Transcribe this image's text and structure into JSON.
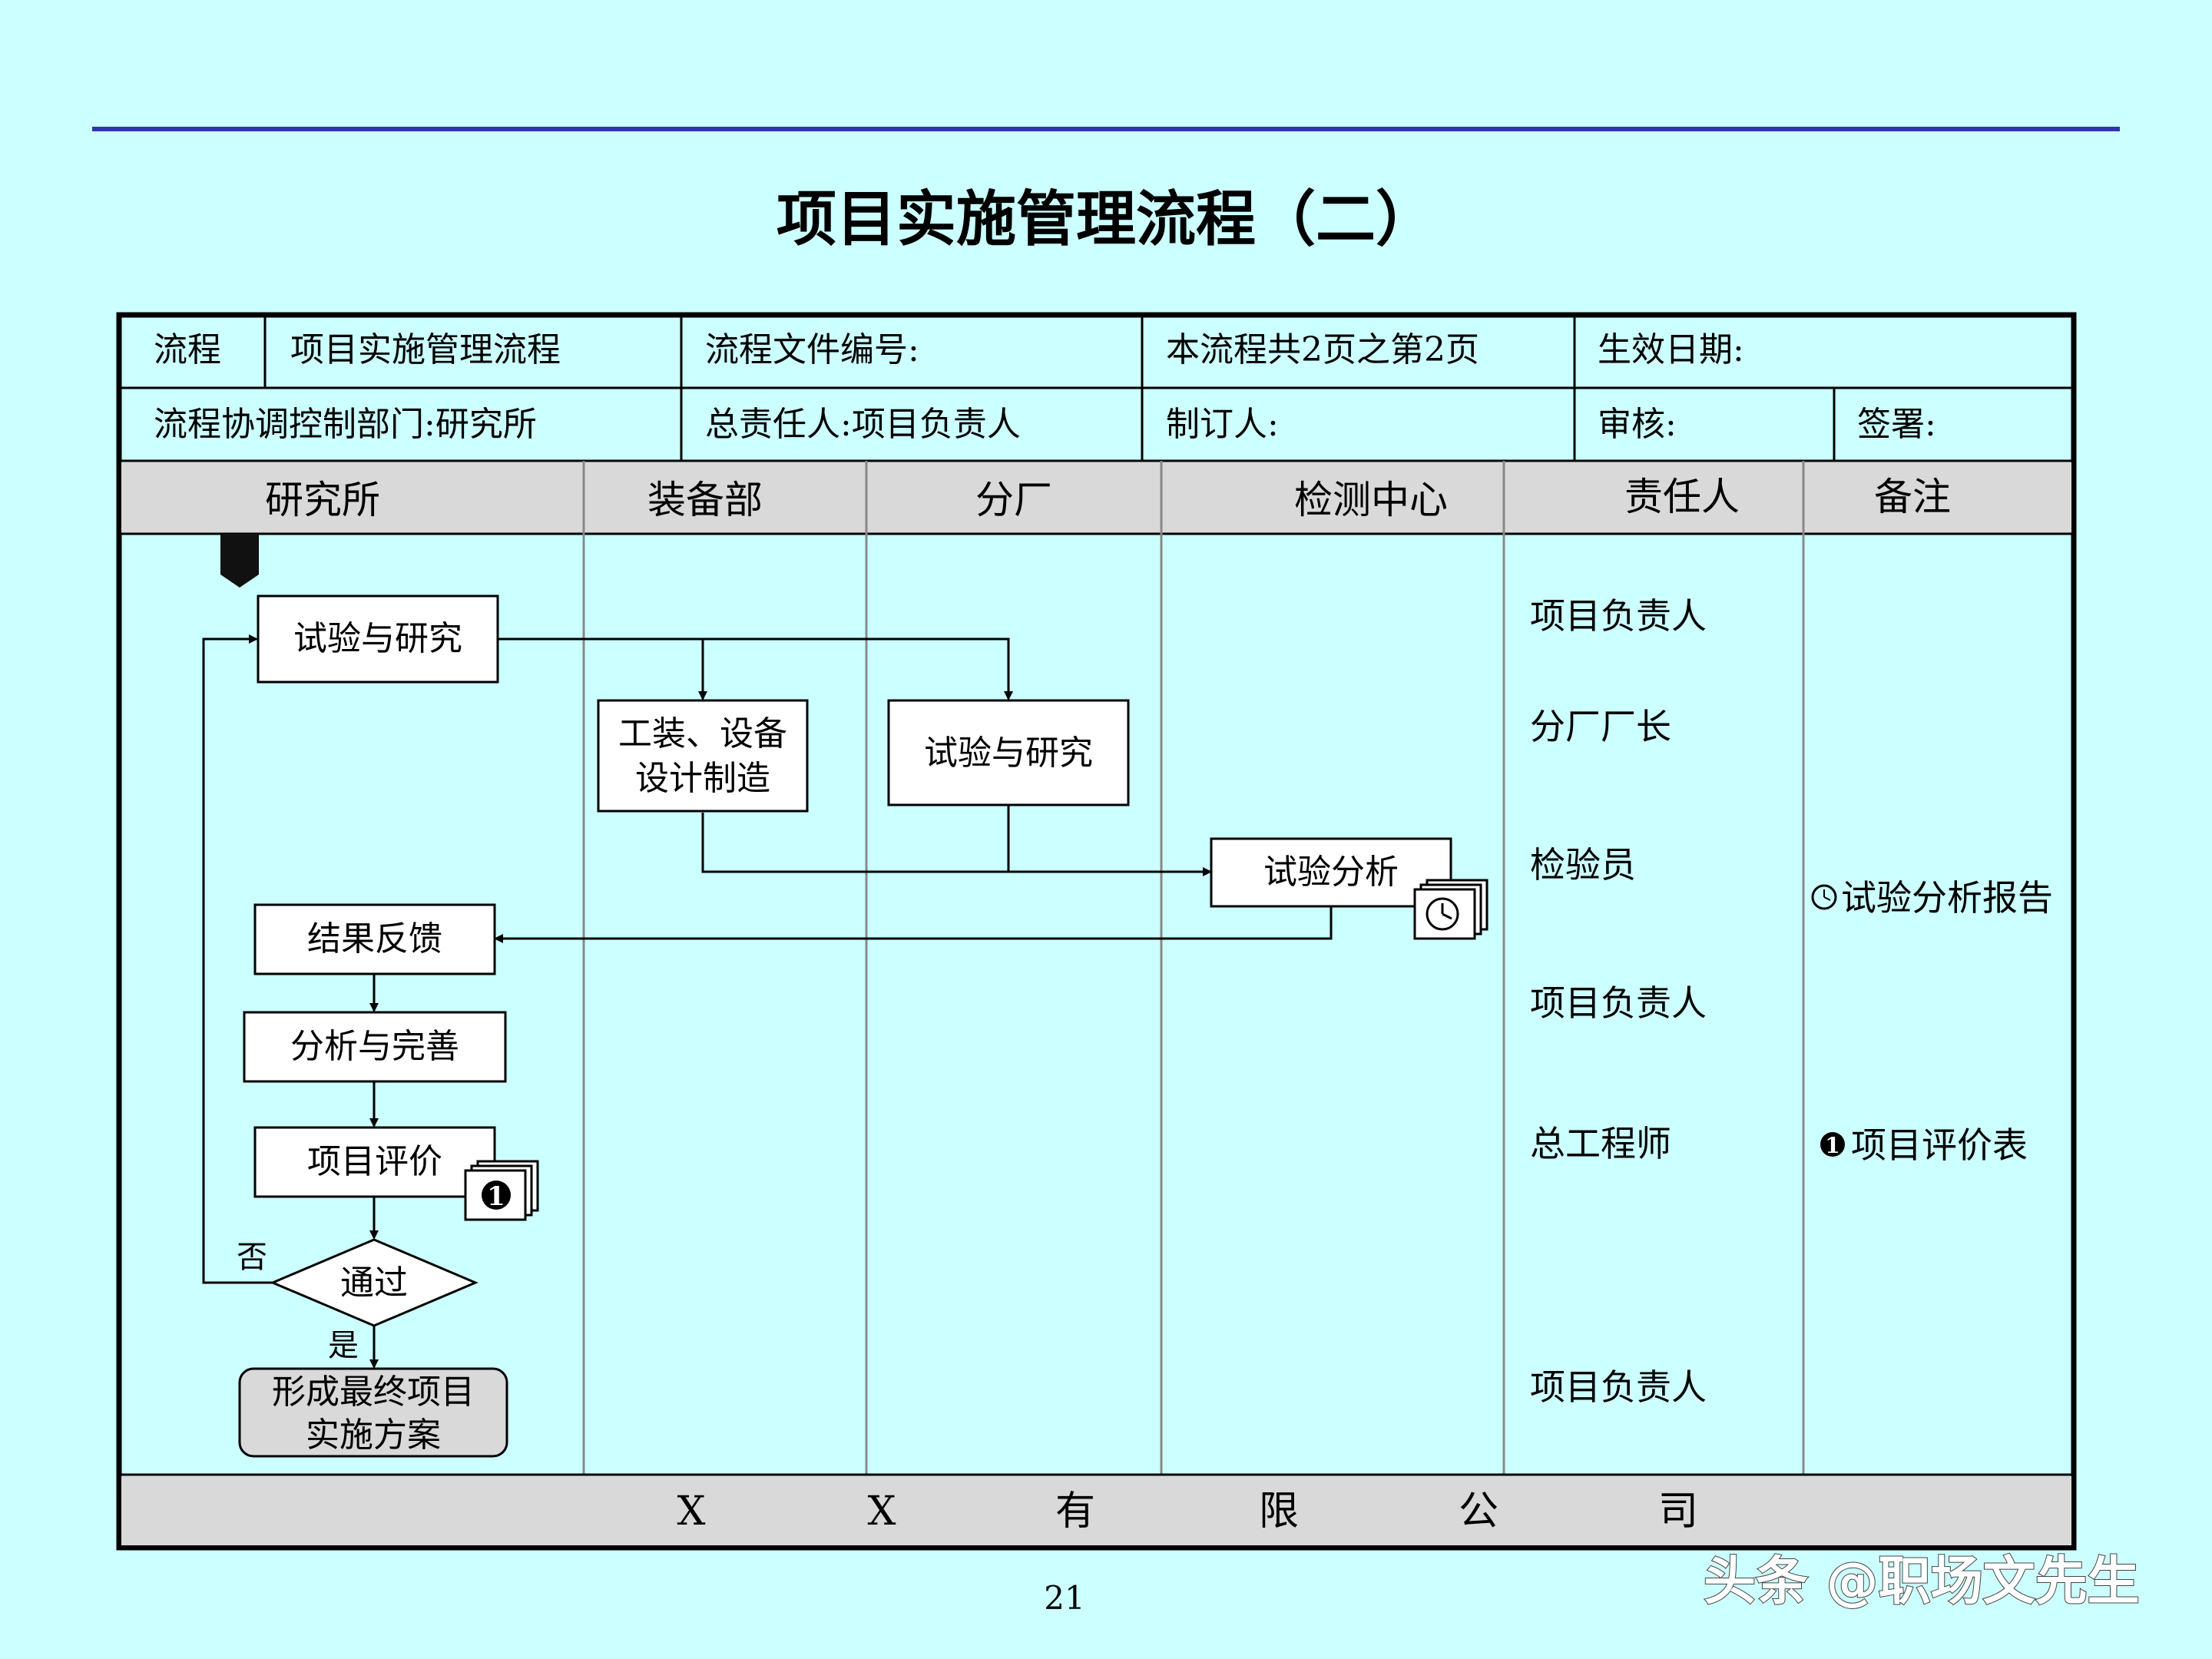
{
  "title": "项目实施管理流程（二）",
  "header": {
    "row1": {
      "process_label": "流程",
      "process_name": "项目实施管理流程",
      "file_no": "流程文件编号:",
      "pages": "本流程共2页之第2页",
      "effective_date": "生效日期:"
    },
    "row2": {
      "dept": "流程协调控制部门:研究所",
      "owner": "总责任人:项目负责人",
      "author": "制订人:",
      "review": "审核:",
      "sign": "签署:"
    }
  },
  "lanes": [
    "研究所",
    "装备部",
    "分厂",
    "检测中心",
    "责任人",
    "备注"
  ],
  "nodes": {
    "research1": "试验与研究",
    "equip_l1": "工装、设备",
    "equip_l2": "设计制造",
    "research2": "试验与研究",
    "analysis": "试验分析",
    "feedback": "结果反馈",
    "improve": "分析与完善",
    "evaluate": "项目评价",
    "pass": "通过",
    "final_l1": "形成最终项目",
    "final_l2": "实施方案"
  },
  "labels": {
    "no": "否",
    "yes": "是"
  },
  "doc_markers": {
    "clock": "🕑",
    "one": "❶"
  },
  "responsible": [
    "项目负责人",
    "分厂厂长",
    "检验员",
    "项目负责人",
    "总工程师",
    "项目负责人"
  ],
  "remarks": [
    "试验分析报告",
    "项目评价表"
  ],
  "footer": [
    "X",
    "X",
    "有",
    "限",
    "公",
    "司"
  ],
  "page_number": "21",
  "watermark": "头条 @职场文先生",
  "colors": {
    "background": "#ccffff",
    "rule": "#3333aa",
    "lane_header": "#d9d9d9",
    "final_box": "#d9d9d9"
  }
}
